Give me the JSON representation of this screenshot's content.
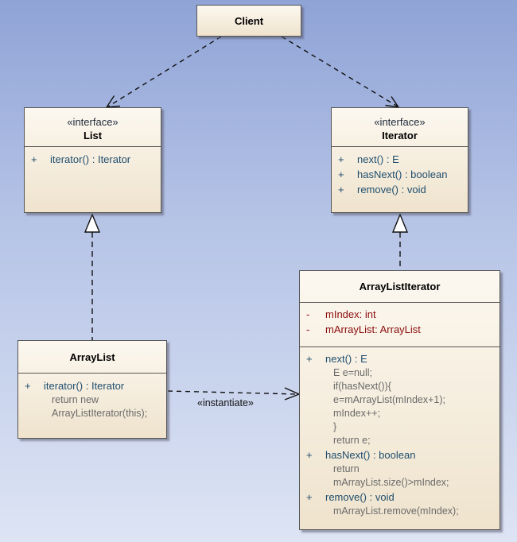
{
  "client": {
    "name": "Client"
  },
  "list": {
    "stereotype": "«interface»",
    "name": "List",
    "ops": [
      {
        "vis": "+",
        "sig": "iterator() : Iterator"
      }
    ]
  },
  "iterator": {
    "stereotype": "«interface»",
    "name": "Iterator",
    "ops": [
      {
        "vis": "+",
        "sig": "next() : E"
      },
      {
        "vis": "+",
        "sig": "hasNext() : boolean"
      },
      {
        "vis": "+",
        "sig": "remove() : void"
      }
    ]
  },
  "arraylist": {
    "name": "ArrayList",
    "ops": [
      {
        "vis": "+",
        "sig": "iterator() : Iterator"
      }
    ],
    "body": [
      "return new",
      "ArrayListIterator(this);"
    ]
  },
  "arraylistiterator": {
    "name": "ArrayListIterator",
    "attrs": [
      {
        "vis": "-",
        "sig": "mIndex:  int"
      },
      {
        "vis": "-",
        "sig": "mArrayList:  ArrayList"
      }
    ],
    "next": {
      "vis": "+",
      "sig": "next() : E"
    },
    "next_body": [
      "E e=null;",
      "if(hasNext()){",
      " e=mArrayList(mIndex+1);",
      " mIndex++;",
      "}",
      "return e;"
    ],
    "hasnext": {
      "vis": "+",
      "sig": "hasNext() : boolean"
    },
    "hasnext_body": [
      "return",
      "mArrayList.size()>mIndex;"
    ],
    "remove": {
      "vis": "+",
      "sig": "remove() : void"
    },
    "remove_body": [
      "mArrayList.remove(mIndex);"
    ]
  },
  "connectors": {
    "instantiate_label": "«instantiate»"
  }
}
